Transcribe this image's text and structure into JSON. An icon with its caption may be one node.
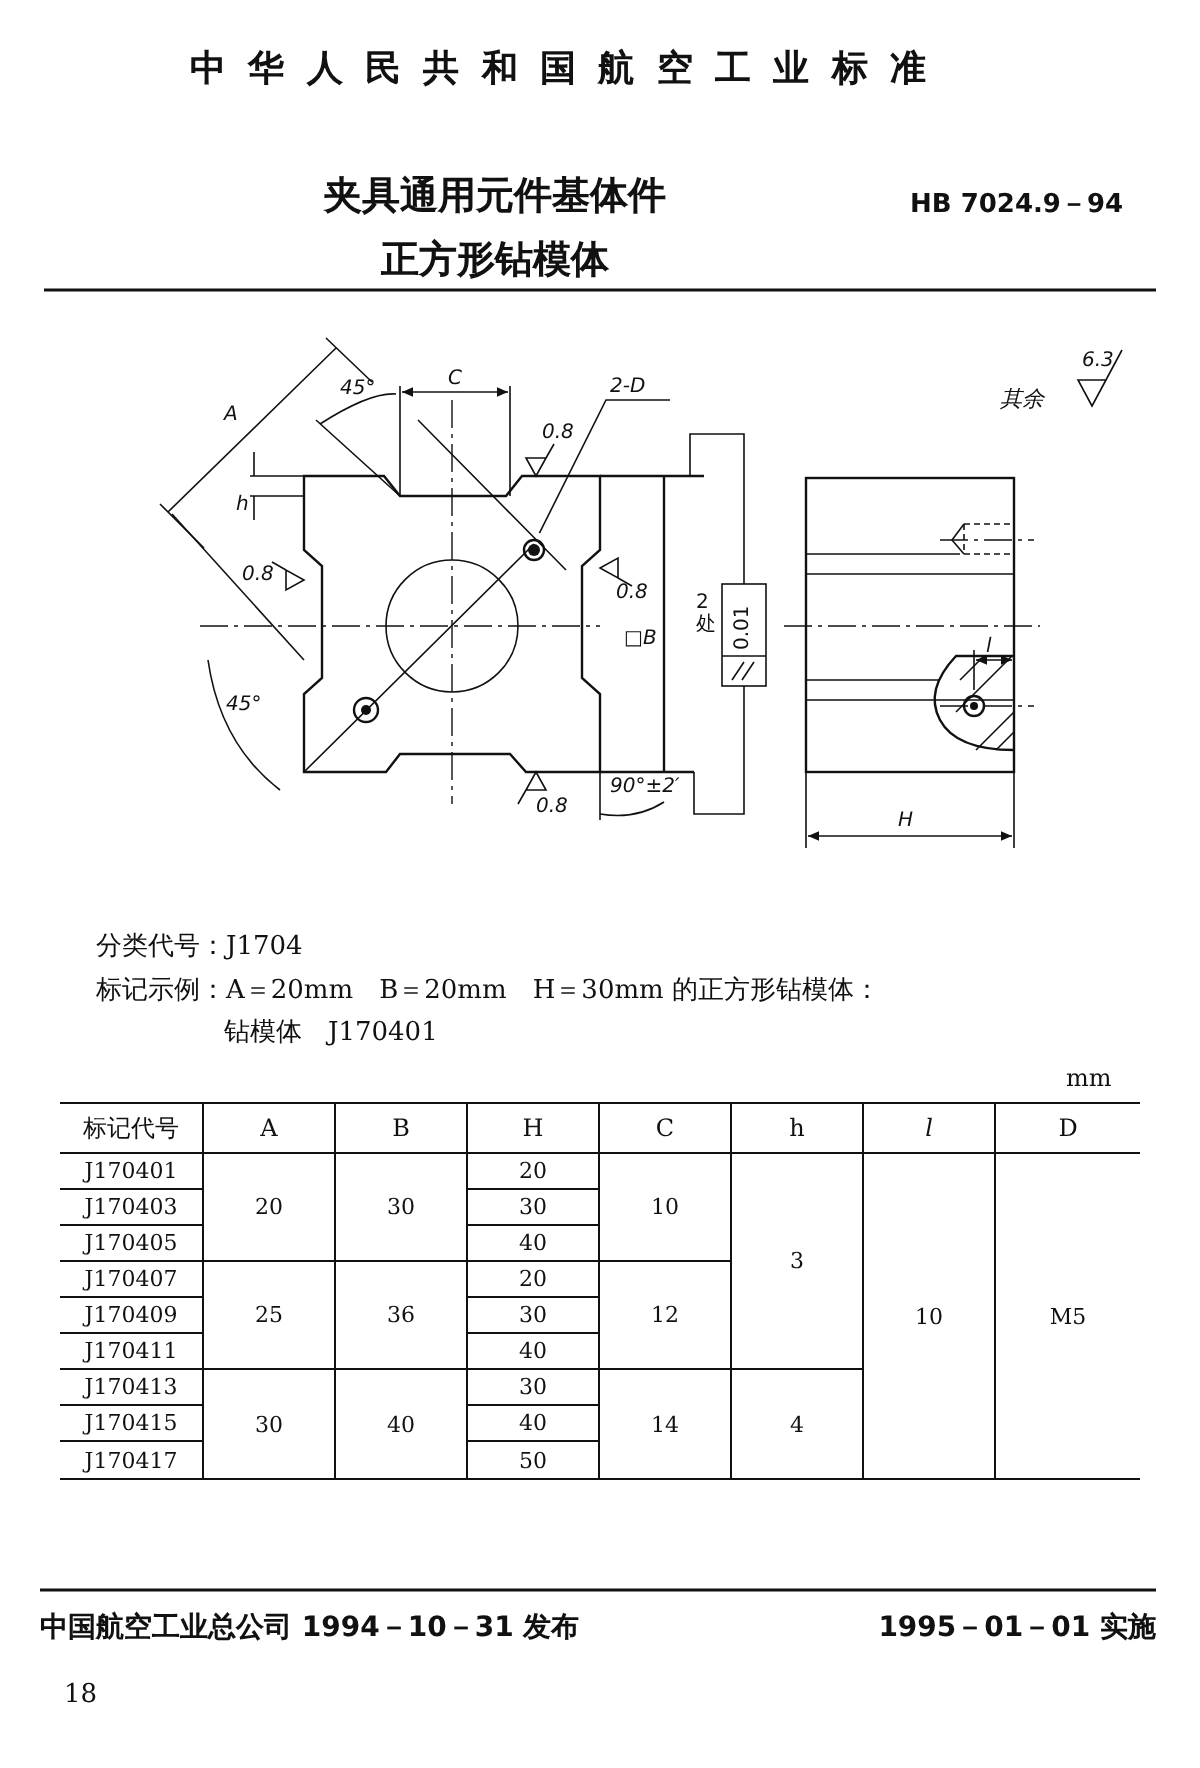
{
  "diagram": {
    "title": "夹具通用元件基体件正方形钻模体",
    "nodes": [
      {
        "text": [
          "2-D"
        ]
      },
      {
        "text": [],
        "shape": "circle"
      }
    ],
    "edges": [
      {
        "from": 0,
        "to": 1,
        "arrow": "none"
      }
    ],
    "labels": [
      "中华人民共和国航空工业标准",
      "HB 7024.9－94",
      "A",
      "45°",
      "C",
      "h",
      "0.8",
      "0.8",
      "0.8",
      "□B",
      "2处",
      "0.01",
      "45°",
      "0.8",
      "90°±2′",
      "其余",
      "6.3",
      "l",
      "H",
      "分类代号：J1704",
      "标记示例：A＝20mm　B＝20mm　H＝30mm 的正方形钻模体：",
      "钻模体　J170401",
      "mm",
      "标记代号",
      "A",
      "B",
      "H",
      "C",
      "h",
      "l",
      "D",
      "J170401",
      "20",
      "J170403",
      "20",
      "30",
      "30",
      "10",
      "J170405",
      "40",
      "3",
      "J170407",
      "20",
      "J170409",
      "25",
      "36",
      "30",
      "12",
      "10",
      "M5",
      "J170411",
      "40",
      "J170413",
      "30",
      "J170415",
      "30",
      "40",
      "40",
      "14",
      "4",
      "J170417",
      "50",
      "中国航空工业总公司 1994－10－31 发布",
      "1995－01－01 实施",
      "18"
    ]
  }
}
